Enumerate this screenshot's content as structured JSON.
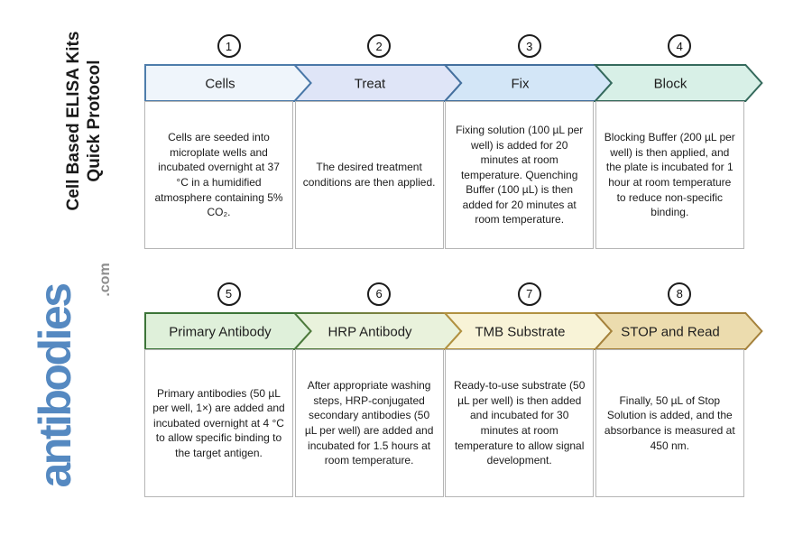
{
  "title": {
    "line1": "Cell Based ELISA Kits",
    "line2": "Quick Protocol"
  },
  "logo": {
    "text": "antibodies",
    "suffix": ".com",
    "color": "#5589c1",
    "suffix_color": "#8e8e8e"
  },
  "rows": [
    {
      "steps": [
        {
          "number": "1",
          "label": "Cells",
          "description": "Cells are seeded into microplate wells and incubated overnight at 37 °C in a humidified atmosphere containing 5% CO₂.",
          "fill": "#eff5fb",
          "stroke": "#4e7dab"
        },
        {
          "number": "2",
          "label": "Treat",
          "description": "The desired treatment conditions are then applied.",
          "fill": "#dfe5f7",
          "stroke": "#4a78a8"
        },
        {
          "number": "3",
          "label": "Fix",
          "description": "Fixing solution (100 µL per well) is added for 20 minutes at room temperature. Quenching Buffer (100 µL) is then added for 20 minutes at room temperature.",
          "fill": "#d3e6f7",
          "stroke": "#44709e"
        },
        {
          "number": "4",
          "label": "Block",
          "description": "Blocking Buffer (200 µL per well) is then applied, and the plate is incubated for 1 hour at room temperature to reduce non-specific binding.",
          "fill": "#d8f0e7",
          "stroke": "#356a5c"
        }
      ]
    },
    {
      "steps": [
        {
          "number": "5",
          "label": "Primary Antibody",
          "description": "Primary antibodies (50 µL per well, 1×) are added and incubated overnight at 4 °C to allow specific binding to the target antigen.",
          "fill": "#dff0da",
          "stroke": "#3c7438"
        },
        {
          "number": "6",
          "label": "HRP Antibody",
          "description": "After appropriate washing steps, HRP-conjugated secondary antibodies (50 µL per well) are added and incubated for 1.5 hours at room temperature.",
          "fill": "#e9f2dc",
          "stroke": "#47793c",
          "stroke_end": "#ab8a43"
        },
        {
          "number": "7",
          "label": "TMB Substrate",
          "description": "Ready-to-use substrate (50 µL per well) is then added and incubated for 30 minutes at room temperature to allow signal development.",
          "fill": "#f8f3d7",
          "stroke": "#b19140"
        },
        {
          "number": "8",
          "label": "STOP and Read",
          "description": "Finally, 50 µL of Stop Solution is added, and the absorbance is measured at 450 nm.",
          "fill": "#ecdcae",
          "stroke": "#a5823c"
        }
      ]
    }
  ]
}
